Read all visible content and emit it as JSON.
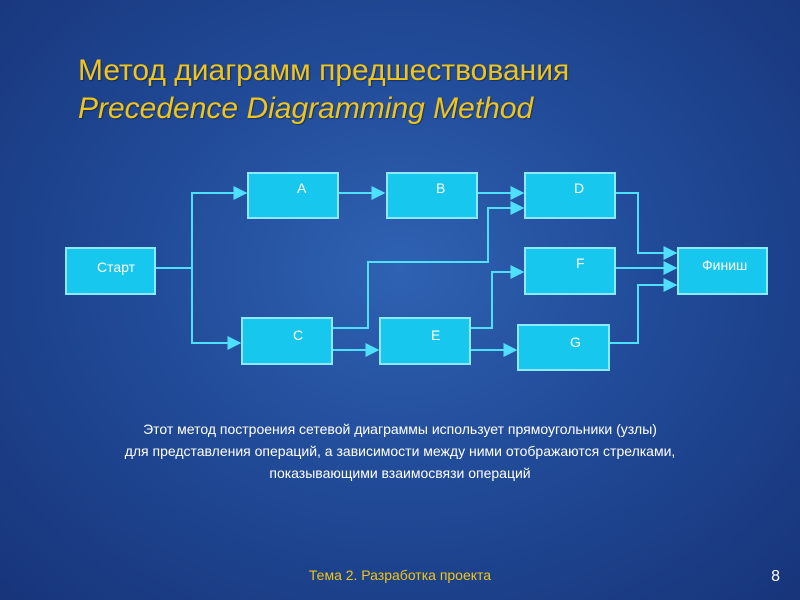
{
  "title": {
    "line1": "Метод диаграмм предшествования",
    "line2": "Precedence Diagramming Method"
  },
  "nodes": {
    "start": "Старт",
    "a": "A",
    "b": "B",
    "c": "C",
    "d": "D",
    "e": "E",
    "f": "F",
    "g": "G",
    "finish": "Финиш"
  },
  "description": {
    "line1": "Этот метод построения сетевой диаграммы использует прямоугольники (узлы)",
    "line2": "для представления операций, а зависимости между ними отображаются стрелками,",
    "line3": "показывающими взаимосвязи операций"
  },
  "footer": {
    "topic": "Тема 2. Разработка проекта",
    "page": "8"
  },
  "colors": {
    "title": "#f0c419",
    "node_fill": "#18c7ee",
    "node_border": "#8ce9ff",
    "connector": "#4fe0ff"
  }
}
